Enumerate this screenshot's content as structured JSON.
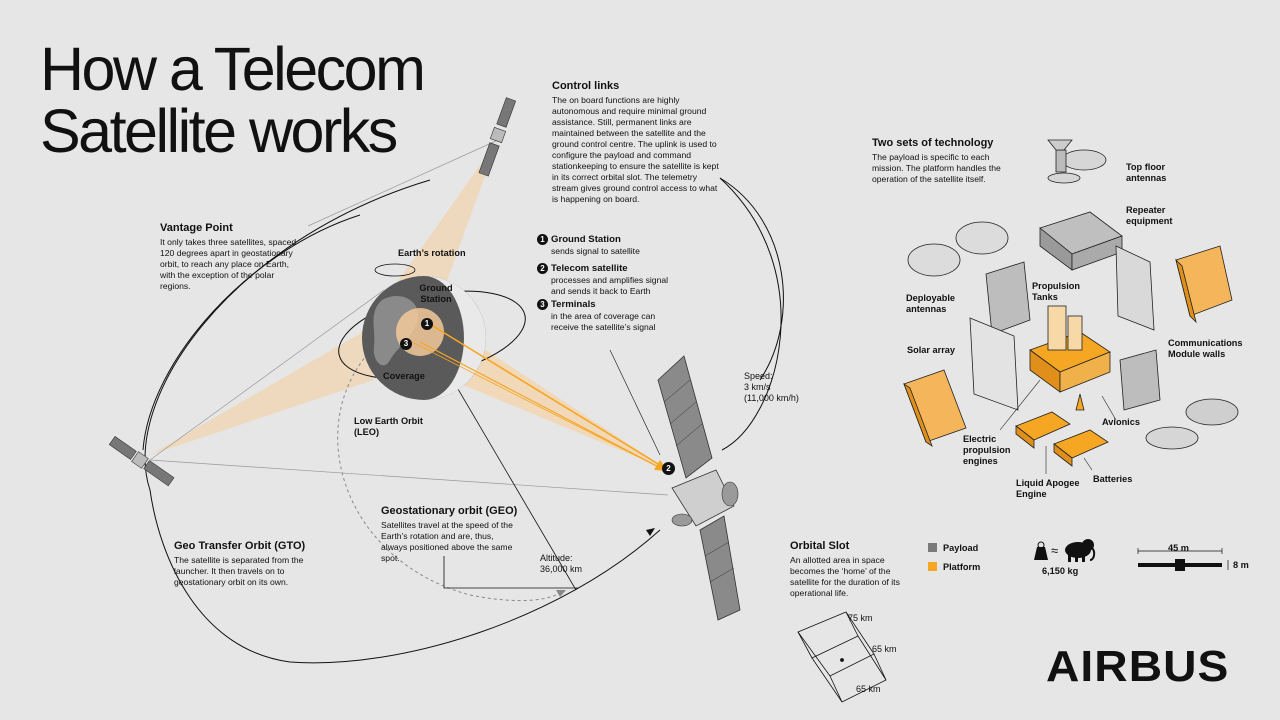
{
  "title_line1": "How a Telecom",
  "title_line2": "Satellite works",
  "brand": "AIRBUS",
  "control_links": {
    "heading": "Control links",
    "body": "The on board functions are highly autonomous and require minimal ground assistance. Still, permanent links are maintained between the satellite and the ground control centre. The uplink is used to configure the payload and command stationkeeping to ensure the satellite is kept in its correct orbital slot. The telemetry stream gives ground control access to what is happening on board."
  },
  "vantage_point": {
    "heading": "Vantage Point",
    "body": "It only takes three satellites, spaced 120 degrees apart in geostationary orbit, to reach any place on Earth, with the exception of the polar regions."
  },
  "gto": {
    "heading": "Geo Transfer Orbit (GTO)",
    "body": "The satellite is separated from the launcher. It then travels on to geostationary orbit on its own."
  },
  "geo": {
    "heading": "Geostationary orbit (GEO)",
    "body": "Satellites travel at the speed of the Earth’s rotation and are, thus, always positioned above the same spot."
  },
  "earth_labels": {
    "rotation": "Earth’s rotation",
    "ground_station": "Ground Station",
    "coverage": "Coverage",
    "leo": "Low Earth Orbit (LEO)",
    "marker1": "1",
    "marker3": "3"
  },
  "steps": [
    {
      "num": "1",
      "title": "Ground Station",
      "desc": "sends signal to satellite"
    },
    {
      "num": "2",
      "title": "Telecom satellite",
      "desc": "processes and amplifies signal and sends it back to Earth"
    },
    {
      "num": "3",
      "title": "Terminals",
      "desc": "in the area of coverage can receive the satellite’s signal"
    }
  ],
  "satellite_marker": "2",
  "speed": {
    "label": "Speed:",
    "value1": "3 km/s",
    "value2": "(11,000 km/h)"
  },
  "altitude": {
    "label": "Altitude:",
    "value": "36,000 km"
  },
  "two_sets": {
    "heading": "Two sets of technology",
    "body": "The payload is specific to each mission. The platform handles the operation of the satellite itself."
  },
  "components": {
    "top_floor": "Top floor antennas",
    "repeater": "Repeater equipment",
    "deployable": "Deployable antennas",
    "propulsion_tanks": "Propulsion Tanks",
    "comm_walls": "Communications Module walls",
    "solar_array": "Solar array",
    "avionics": "Avionics",
    "electric_prop": "Electric propulsion engines",
    "lae": "Liquid Apogee Engine",
    "batteries": "Batteries"
  },
  "orbital_slot": {
    "heading": "Orbital Slot",
    "body": "An allotted area in space becomes the ‘home’ of the satellite for the duration of its operational life.",
    "dim1": "75 km",
    "dim2": "65 km",
    "dim3": "65 km"
  },
  "legend": [
    {
      "label": "Payload",
      "color": "#7a7a7a"
    },
    {
      "label": "Platform",
      "color": "#f5a623"
    }
  ],
  "mass": {
    "approx": "≈",
    "value": "6,150 kg"
  },
  "size": {
    "length": "45 m",
    "height": "8 m"
  },
  "colors": {
    "accent": "#f5a623",
    "beam": "#f2c99a",
    "dark": "#111111",
    "grey": "#7a7a7a",
    "background": "#e6e6e6"
  }
}
